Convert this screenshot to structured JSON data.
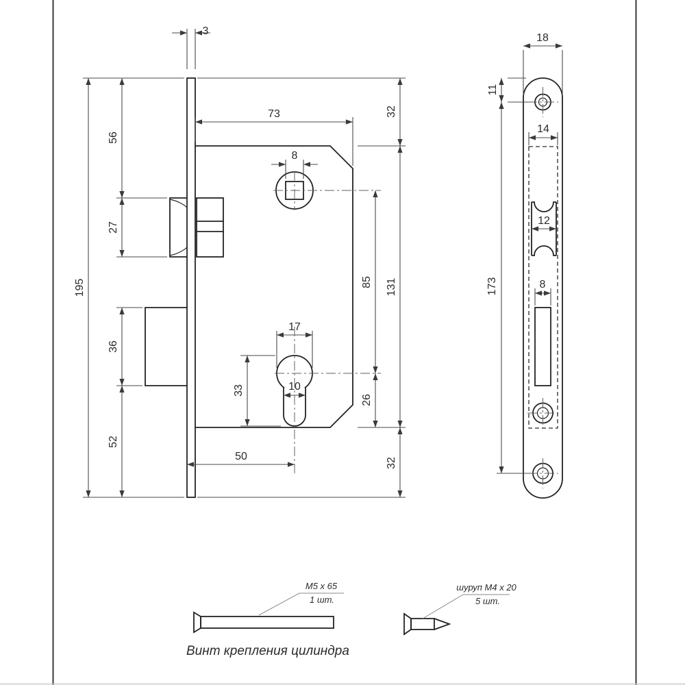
{
  "side_view": {
    "dims": {
      "faceplate_thickness": "3",
      "body_depth": "73",
      "top_margin": "32",
      "top_to_latch": "56",
      "spindle_square": "8",
      "latch_height": "27",
      "faceplate_length": "195",
      "spindle_to_cylinder": "85",
      "body_height": "131",
      "cylinder_diameter": "17",
      "deadbolt_height": "36",
      "keyhole_height": "33",
      "keyhole_slot_width": "10",
      "cylinder_to_bottom": "26",
      "deadbolt_to_bottom": "52",
      "backset": "50",
      "bottom_margin": "32"
    }
  },
  "front_view": {
    "dims": {
      "plate_width": "18",
      "top_to_screw_hole": "11",
      "cutout_zone_width": "14",
      "latch_cutout_width": "12",
      "screw_hole_spacing": "173",
      "deadbolt_cutout_width": "8"
    }
  },
  "callouts": {
    "cylinder_screw_label": "M5 x 65",
    "cylinder_screw_qty": "1 шт.",
    "mounting_screw_label": "шуруп M4 x 20",
    "mounting_screw_qty": "5 шт.",
    "caption": "Винт крепления цилиндра"
  },
  "colors": {
    "outline": "#222222",
    "dimension": "#4a4a4a",
    "background": "#ffffff"
  }
}
